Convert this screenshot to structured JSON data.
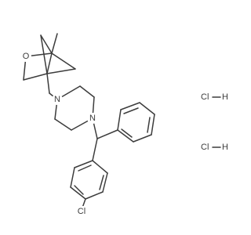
{
  "molecule": {
    "atoms": {
      "methyl": "",
      "oxygen": "O",
      "n_upper": "N",
      "n_lower": "N",
      "chlorine": "Cl"
    },
    "salts": [
      {
        "cl": "Cl",
        "h": "H"
      },
      {
        "cl": "Cl",
        "h": "H"
      }
    ]
  }
}
